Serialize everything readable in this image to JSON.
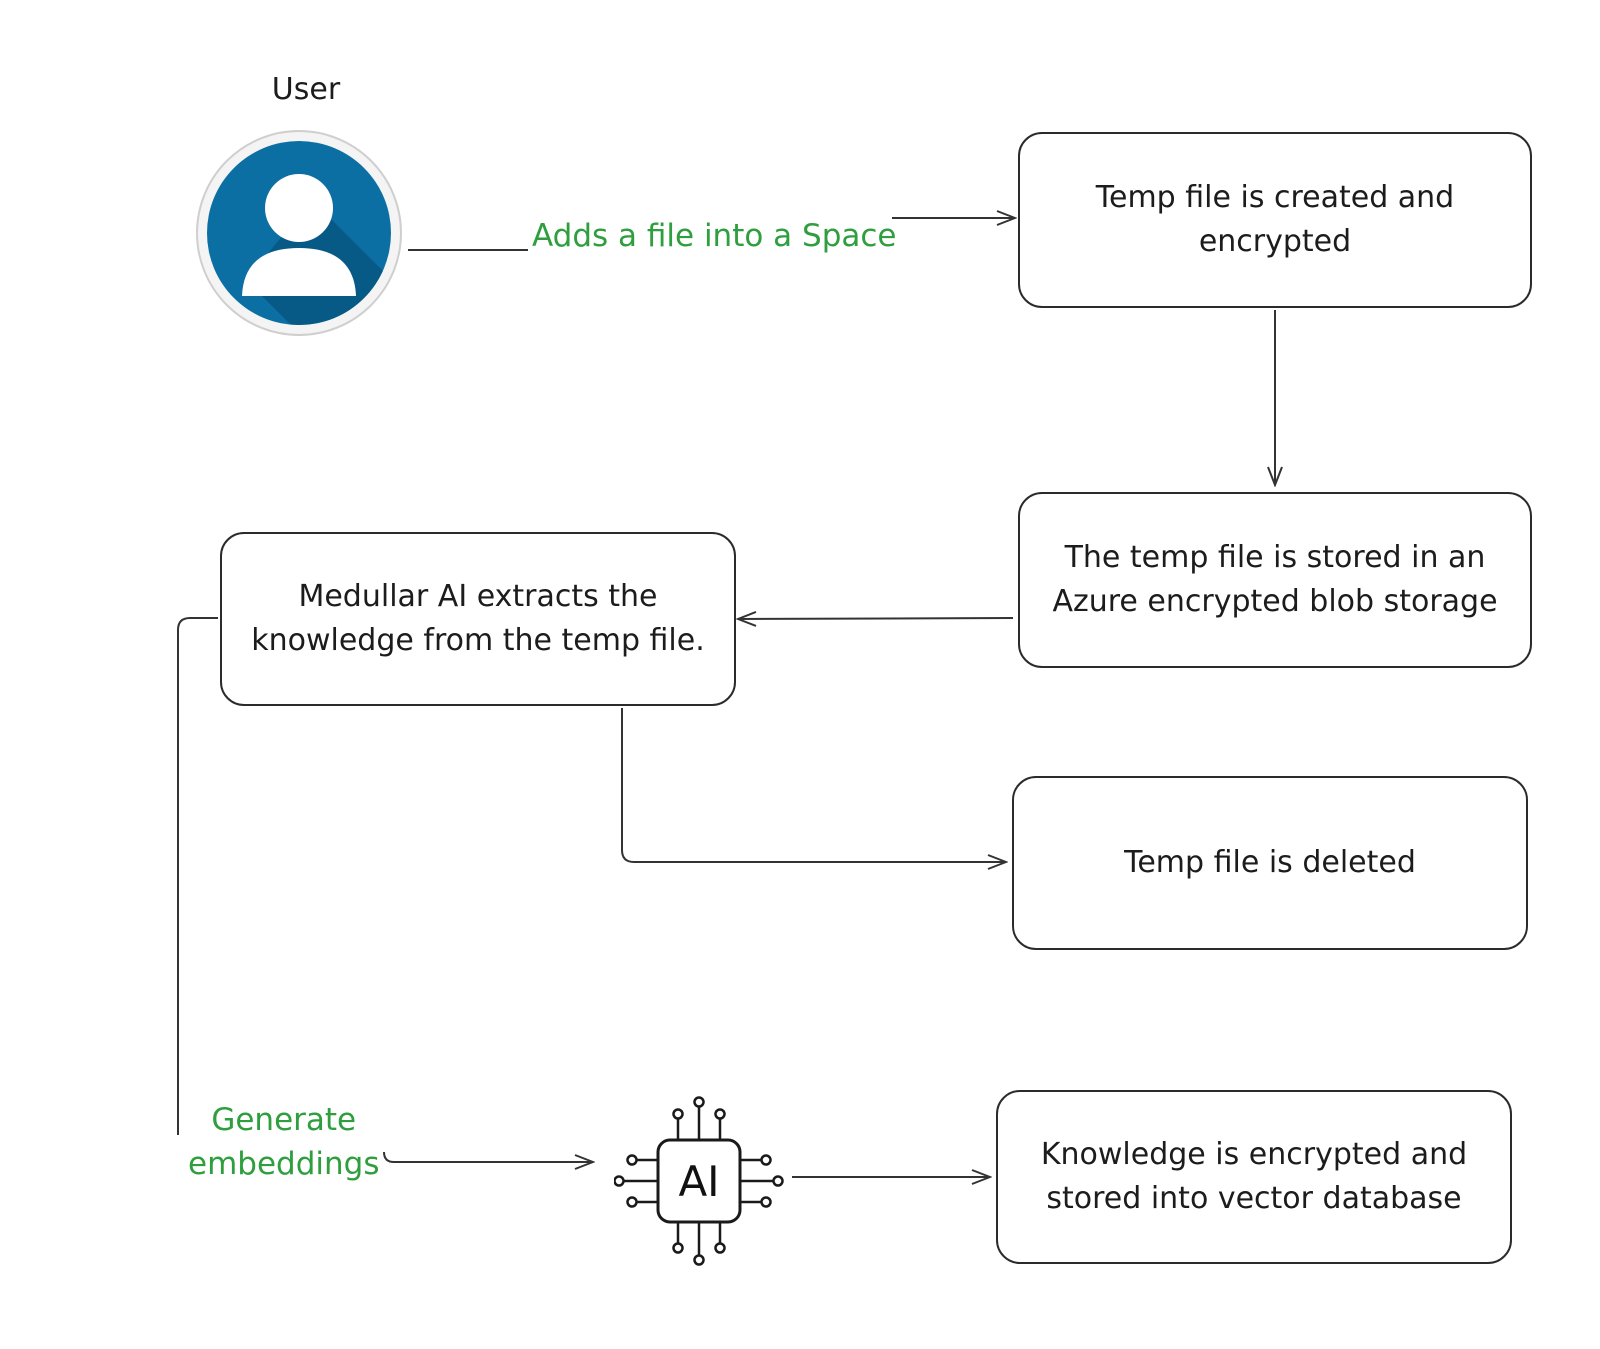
{
  "diagram": {
    "user": {
      "label": "User",
      "icon": "user-avatar-icon",
      "avatar_color": "#0b6fa4"
    },
    "edges": {
      "adds_file_label": "Adds a file into a Space",
      "generate_embeddings_label": "Generate\nembeddings",
      "label_color": "#2e9e3e"
    },
    "nodes": {
      "temp_created": "Temp file is created and encrypted",
      "temp_stored": "The temp file is stored in an Azure encrypted blob storage",
      "extracts": "Medullar AI extracts the knowledge from the temp file.",
      "temp_deleted": "Temp file is deleted",
      "knowledge_stored": "Knowledge is encrypted and stored into vector database"
    },
    "ai_chip": {
      "icon": "ai-chip-icon",
      "text": "AI"
    }
  }
}
